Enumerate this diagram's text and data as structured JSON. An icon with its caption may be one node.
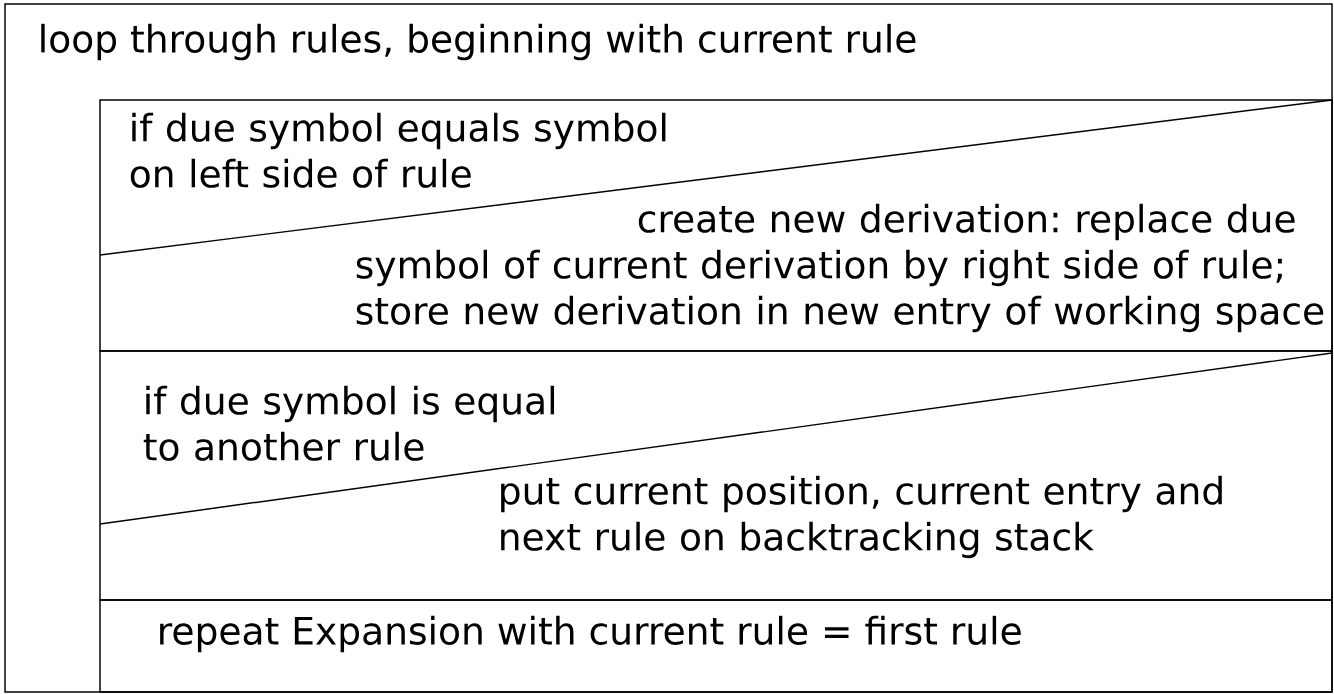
{
  "diagram": {
    "nodes": [
      {
        "text": [
          "loop through rules, beginning with current rule"
        ]
      },
      {
        "text": [
          "if due symbol equals symbol on left side of rule",
          "create new derivation: replace due symbol of current derivation by right side of rule; store new derivation in new entry of working space"
        ],
        "in": 0
      },
      {
        "text": [
          "if due symbol is equal to another rule",
          "put current position, current entry and next rule on backtracking stack"
        ],
        "in": 0
      },
      {
        "text": [
          "repeat Expansion with current rule = first rule"
        ],
        "in": 0
      }
    ]
  }
}
